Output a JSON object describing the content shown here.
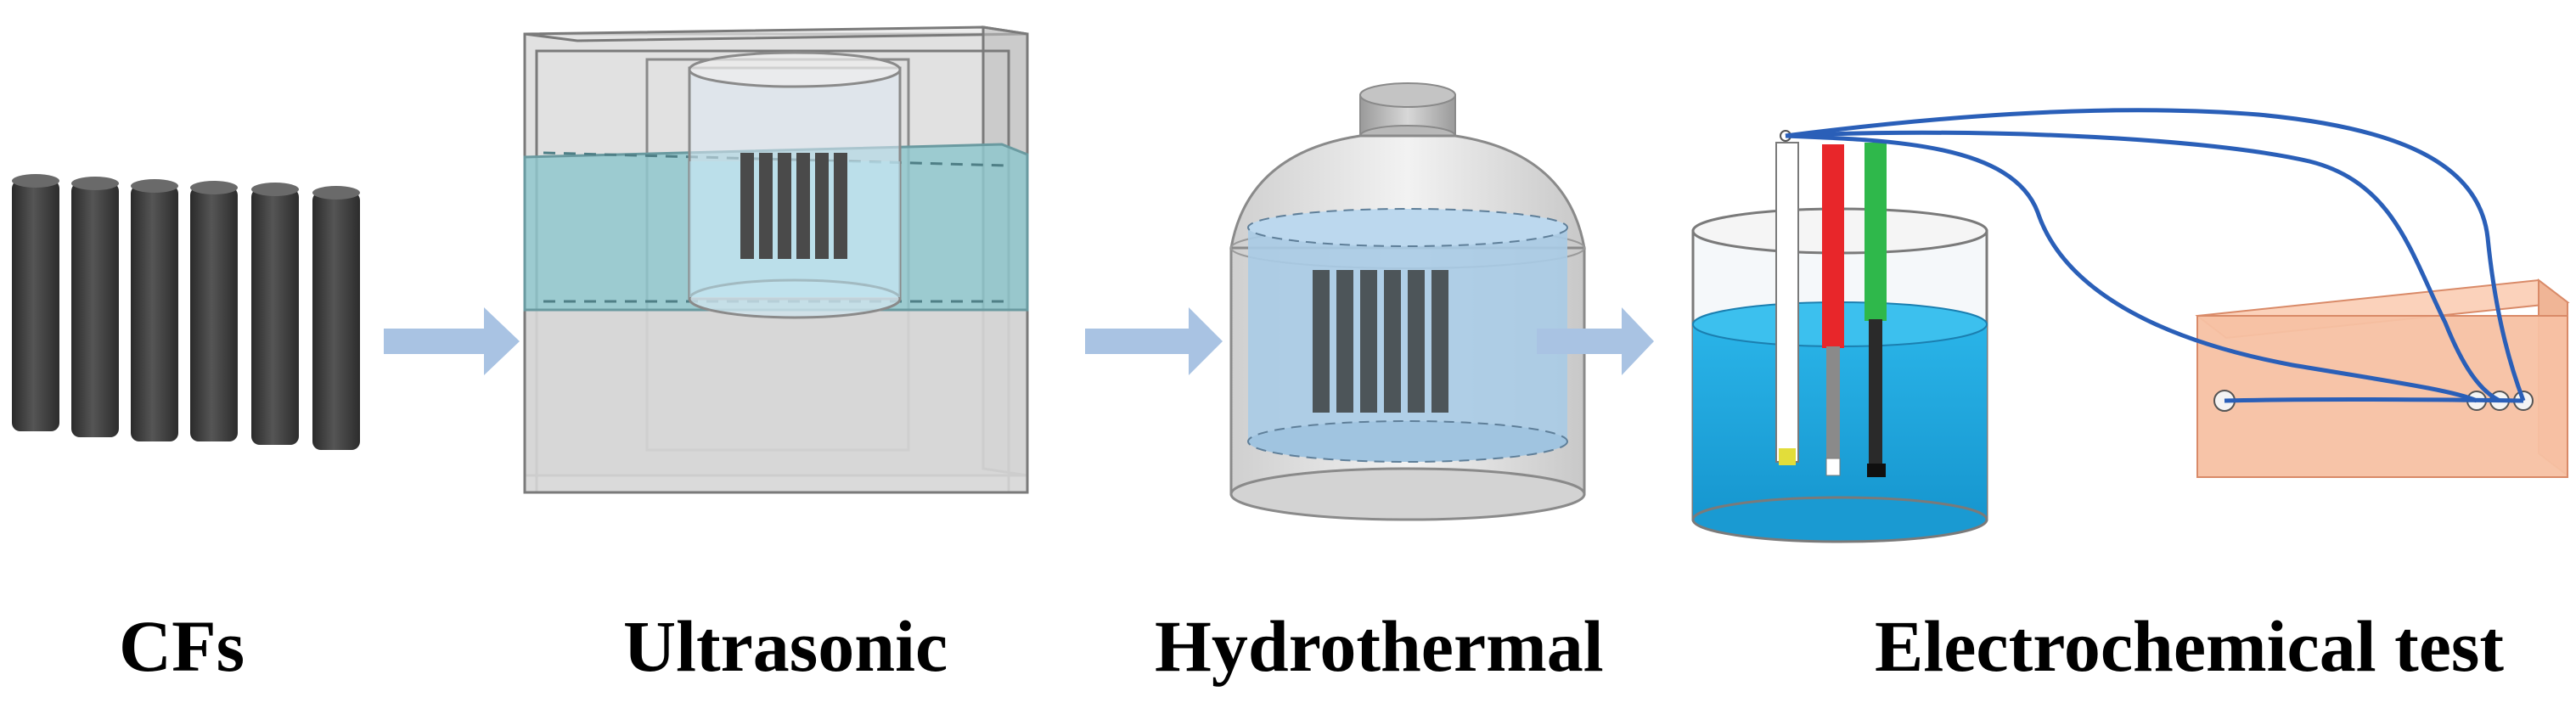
{
  "labels": {
    "cfs": "CFs",
    "ultrasonic": "Ultrasonic",
    "hydrothermal": "Hydrothermal",
    "electrochemical": "Electrochemical test"
  },
  "colors": {
    "fiber": "#3c3c3c",
    "arrow": "#a9c3e3",
    "glass_stroke": "#777777",
    "ultrasonic_liquid": "#8fc7cc",
    "hydrothermal_liquid": "#a9cbe6",
    "electrolyte": "#1aa6dc",
    "electrode_red": "#e8262a",
    "electrode_green": "#2fb84b",
    "wire": "#2a5fb8",
    "workstation": "#f7c1a3"
  }
}
